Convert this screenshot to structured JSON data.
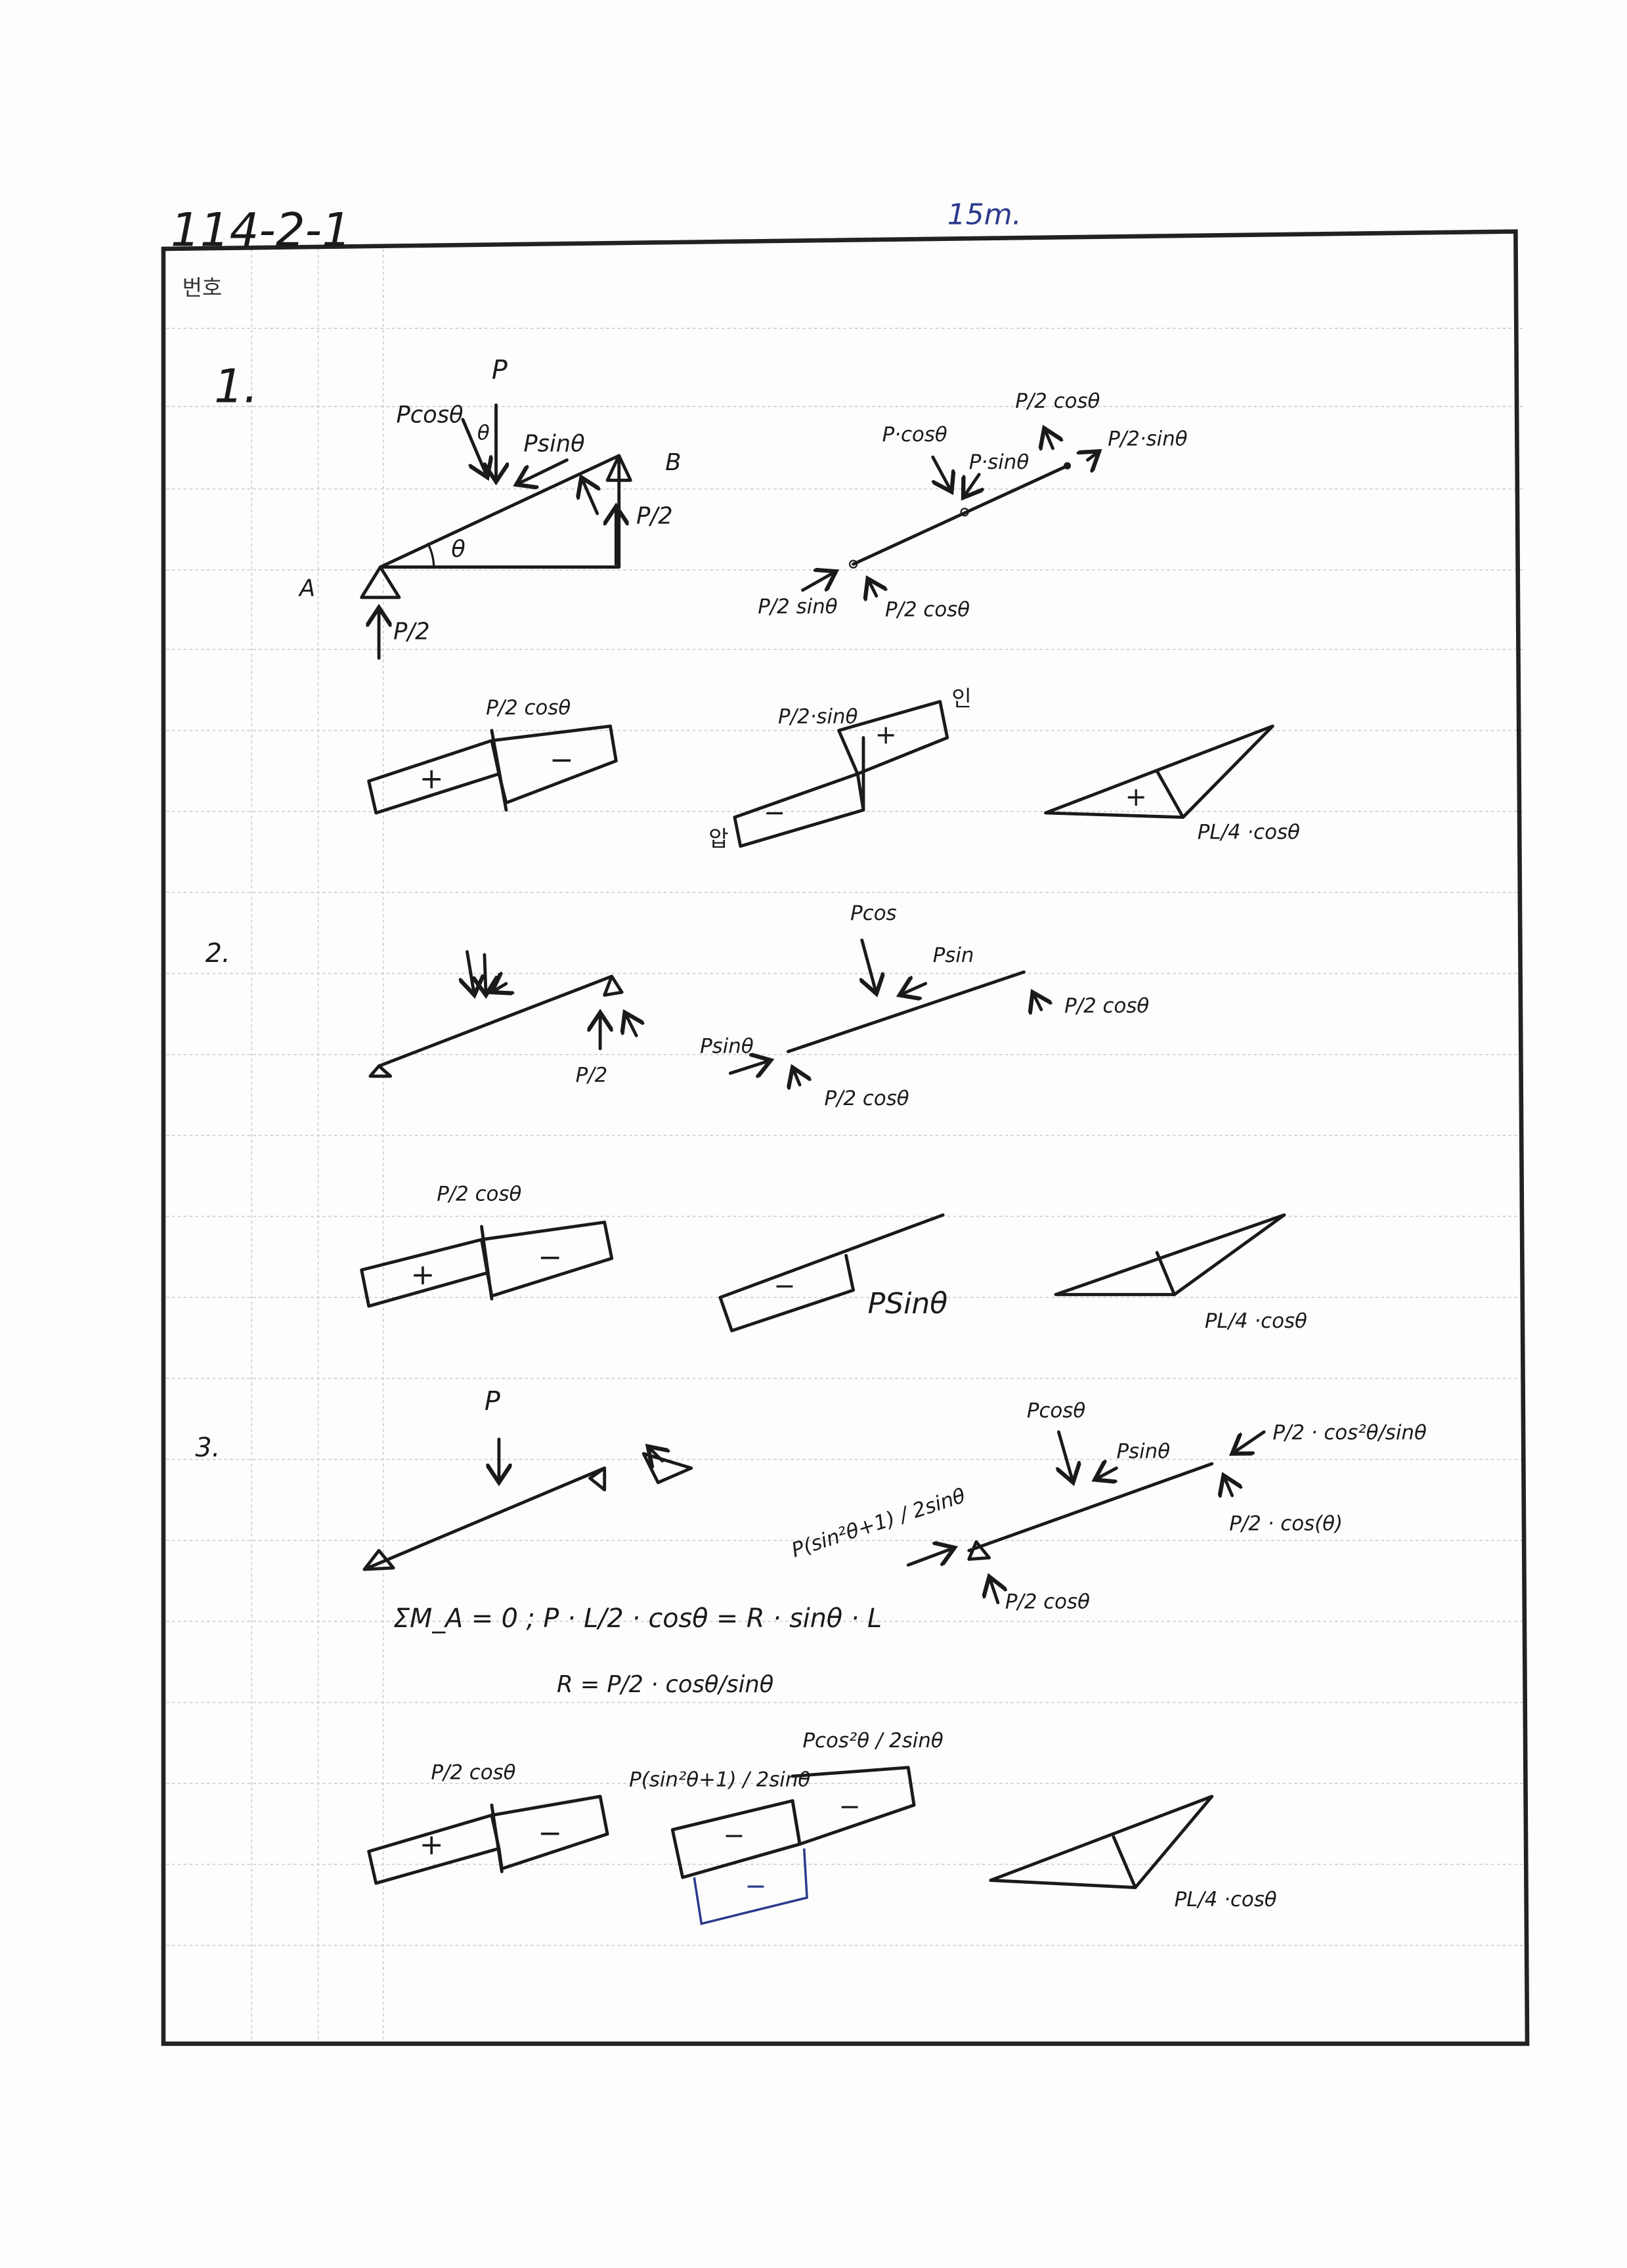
{
  "header": {
    "title": "114-2-1",
    "score": "15m.",
    "number_label": "번호"
  },
  "colors": {
    "ink": "#1a1a1a",
    "blue_ink": "#2c3a8c"
  },
  "problems": [
    {
      "number": "1.",
      "fbd1": {
        "P": "P",
        "p_cos": "Pcosθ",
        "theta_top": "θ",
        "p_sin": "Psinθ",
        "B": "B",
        "theta": "θ",
        "A": "A",
        "ra": "P/2",
        "rb": "P/2"
      },
      "fbd2": {
        "p_cos": "P·cosθ",
        "p_sin": "P·sinθ",
        "top_cos": "P/2 cosθ",
        "top_sin": "P/2·sinθ",
        "bot_sin": "P/2 sinθ",
        "bot_cos": "P/2 cosθ"
      },
      "shear": {
        "label": "P/2 cosθ",
        "plus": "+",
        "minus": "−"
      },
      "axial": {
        "label": "P/2·sinθ",
        "tension": "인",
        "compression": "압",
        "plus": "+",
        "minus": "−"
      },
      "moment": {
        "plus": "+",
        "label": "PL/4 ·cosθ"
      }
    },
    {
      "number": "2.",
      "fbd1": {
        "rb": "P/2"
      },
      "fbd2": {
        "p_cos": "Pcos",
        "p_sin": "Psin",
        "left": "Psinθ",
        "right": "P/2 cosθ",
        "bottom": "P/2 cosθ"
      },
      "shear": {
        "label": "P/2 cosθ",
        "plus": "+",
        "minus": "−"
      },
      "axial": {
        "minus": "−",
        "label": "PSinθ"
      },
      "moment": {
        "label": "PL/4 ·cosθ"
      }
    },
    {
      "number": "3.",
      "fbd1": {
        "P": "P"
      },
      "equation1": "ΣM_A = 0 ;  P · L/2 · cosθ = R · sinθ · L",
      "equation2": "R = P/2 · cosθ/sinθ",
      "fbd2": {
        "p_cos": "Pcosθ",
        "p_sin": "Psinθ",
        "right_top": "P/2 · cos²θ/sinθ",
        "right_bottom": "P/2 · cos(θ)",
        "left": "P(sin²θ+1) / 2sinθ",
        "bottom": "P/2 cosθ"
      },
      "shear": {
        "label": "P/2 cosθ",
        "plus": "+",
        "minus": "−"
      },
      "axial": {
        "label1": "P(sin²θ+1) / 2sinθ",
        "label2": "Pcos²θ / 2sinθ",
        "minus1": "−",
        "minus2": "−",
        "minus3": "−"
      },
      "moment": {
        "label": "PL/4 ·cosθ"
      }
    }
  ]
}
